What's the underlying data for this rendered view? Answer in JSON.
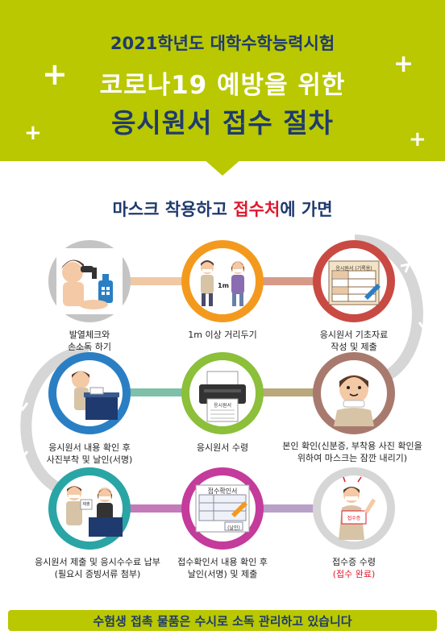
{
  "header": {
    "subtitle": "2021학년도 대학수학능력시험",
    "title_line1": "코로나19 예방을 위한",
    "title_line2": "응시원서 접수 절차"
  },
  "section_title": {
    "prefix": "마스크 착용하고 ",
    "highlight": "접수처",
    "suffix": "에 가면"
  },
  "steps": [
    {
      "line1": "발열체크와",
      "line2": "손소독 하기"
    },
    {
      "line1": "1m 이상 거리두기",
      "line2": ""
    },
    {
      "line1": "응시원서 기초자료",
      "line2": "작성 및 제출"
    },
    {
      "line1": "본인 확인(신분증, 부착용 사진 확인을",
      "line2": "위하여 마스크는 잠깐 내리기)"
    },
    {
      "line1": "응시원서 수령",
      "line2": ""
    },
    {
      "line1": "응시원서 내용 확인 후",
      "line2": "사진부착 및 날인(서명)"
    },
    {
      "line1": "응시원서 제출 및 응시수수료 납부",
      "line2": "(필요시 증빙서류 첨부)"
    },
    {
      "line1": "접수확인서 내용 확인 후",
      "line2": "날인(서명) 및 제출"
    },
    {
      "line1": "접수증 수령",
      "line2": "(접수 완료)"
    }
  ],
  "illustration_text": {
    "distance": "1m",
    "form_header": "응시원서 (기록용)",
    "form_small": "응시원서",
    "receipt_header": "접수확인서",
    "stamp": "(날인)",
    "card": "접수증",
    "tag": "제출"
  },
  "footer": {
    "text": "수험생 접촉 물품은 수시로 소독 관리하고 있습니다"
  },
  "colors": {
    "header_green": "#b9c800",
    "navy": "#1f3a6e",
    "highlight_red": "#e0182d",
    "ring_gray": "#bdbdbd",
    "ring_orange": "#f39a1e",
    "ring_red": "#c94a43",
    "ring_blue": "#2a7fc4",
    "ring_green": "#8cbf3a",
    "ring_teal": "#2aa5a5",
    "ring_magenta": "#c43b9b"
  }
}
